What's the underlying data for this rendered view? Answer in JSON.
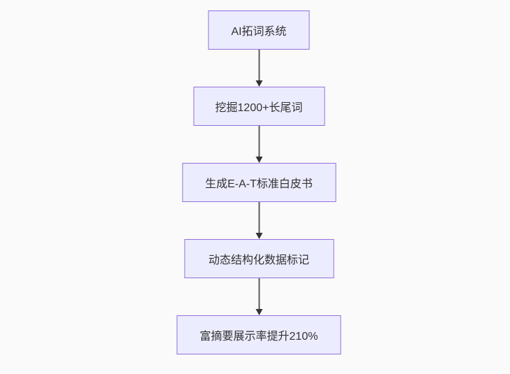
{
  "canvas": {
    "background_color": "#fafafa"
  },
  "diagram": {
    "type": "flowchart",
    "direction": "top-down",
    "style": {
      "node_fill": "#ececff",
      "node_border": "#9370db",
      "text_color": "#333333",
      "arrow_color": "#333333"
    },
    "nodes": [
      {
        "id": "n1",
        "label": "AI拓词系统"
      },
      {
        "id": "n2",
        "label": "挖掘1200+长尾词"
      },
      {
        "id": "n3",
        "label": "生成E-A-T标准白皮书"
      },
      {
        "id": "n4",
        "label": "动态结构化数据标记"
      },
      {
        "id": "n5",
        "label": "富摘要展示率提升210%"
      }
    ],
    "edges": [
      {
        "from": "n1",
        "to": "n2"
      },
      {
        "from": "n2",
        "to": "n3"
      },
      {
        "from": "n3",
        "to": "n4"
      },
      {
        "from": "n4",
        "to": "n5"
      }
    ]
  }
}
